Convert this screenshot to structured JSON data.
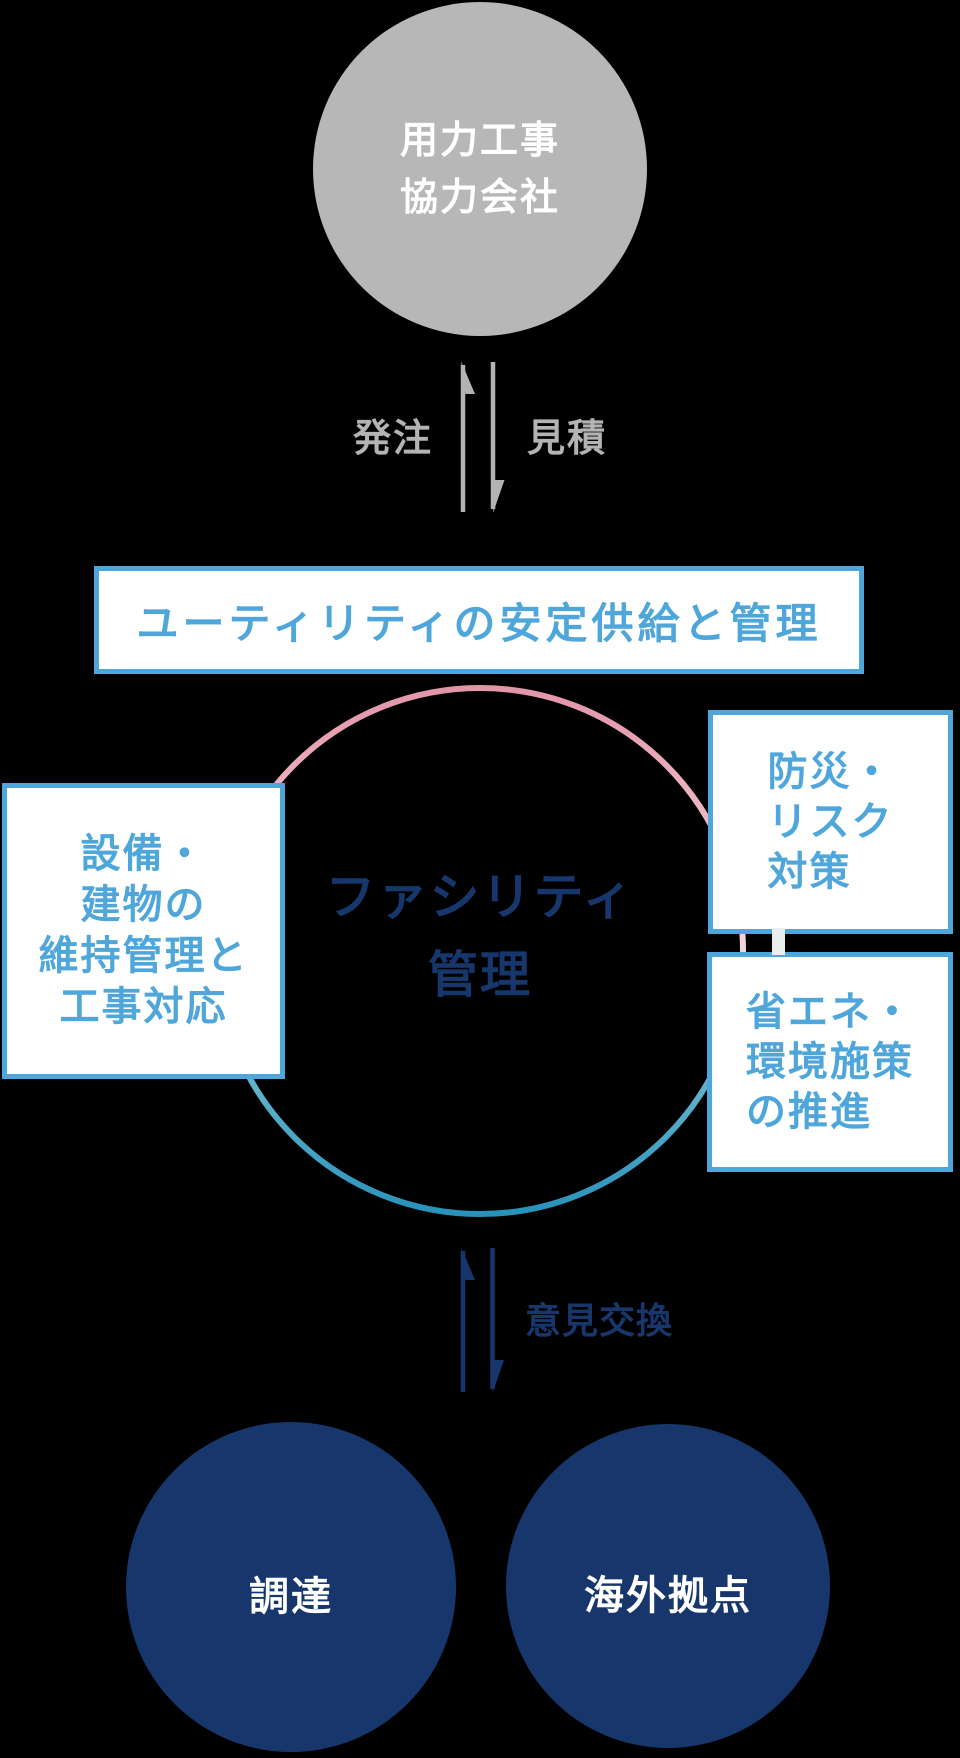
{
  "background_color": "#000000",
  "partner_circle": {
    "lines": [
      "用力工事",
      "協力会社"
    ],
    "fill": "#b7b7b7",
    "text_color": "#ffffff"
  },
  "order_flow": {
    "up_label": "発注",
    "down_label": "見積",
    "color": "#b3b3b3"
  },
  "utility_box": {
    "label": "ユーティリティの安定供給と管理",
    "border_color": "#4ea6da",
    "text_color": "#4ea6da",
    "bg": "#ffffff"
  },
  "facility_circle": {
    "lines": [
      "ファシリティ",
      "管理"
    ],
    "text_color": "#17376c",
    "ring_top_color": "#e395a8",
    "ring_bottom_color": "#2892bb"
  },
  "maintenance_box": {
    "lines": [
      "設備・",
      "建物の",
      "維持管理と",
      "工事対応"
    ]
  },
  "disaster_box": {
    "lines": [
      "防災・",
      "リスク",
      "対策"
    ]
  },
  "energy_box": {
    "lines": [
      "省エネ・",
      "環境施策",
      "の推進"
    ]
  },
  "exchange_flow": {
    "label": "意見交換",
    "color": "#17376c"
  },
  "procurement_circle": {
    "label": "調達",
    "fill": "#17376c",
    "text_color": "#ffffff"
  },
  "overseas_circle": {
    "label": "海外拠点",
    "fill": "#17376c",
    "text_color": "#ffffff"
  }
}
